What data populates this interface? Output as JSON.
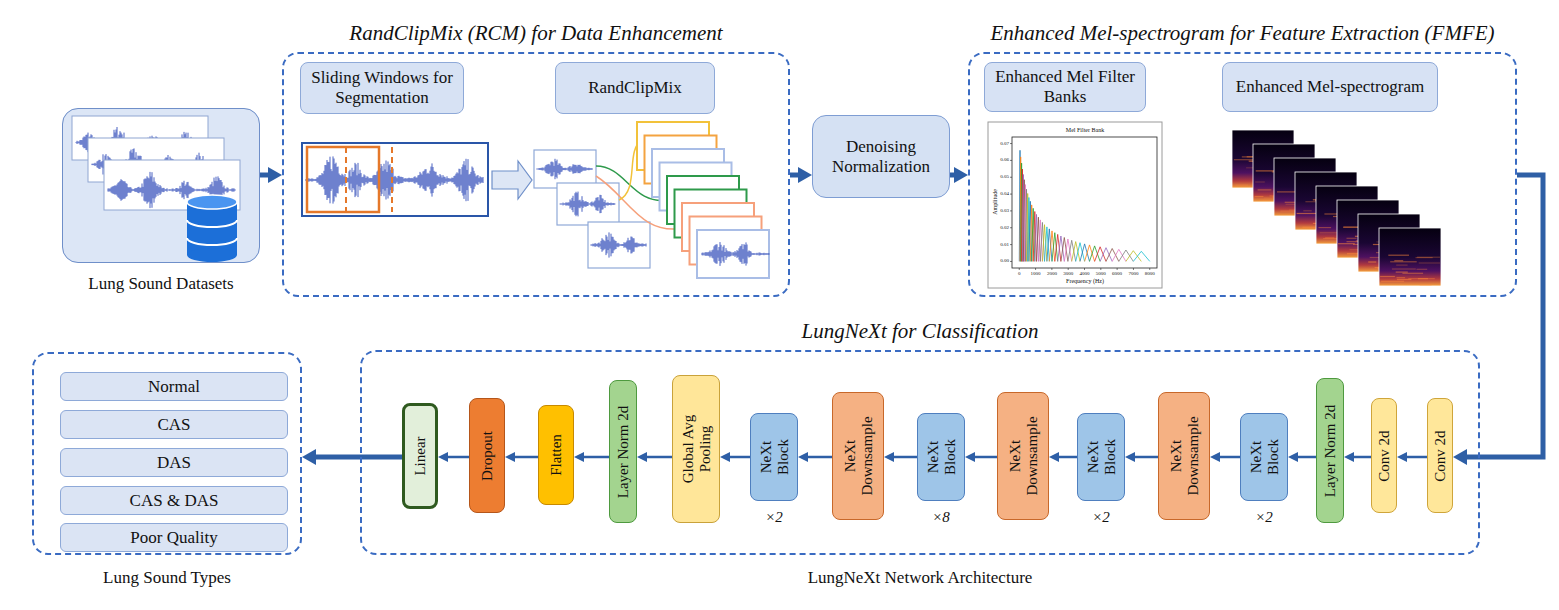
{
  "diagram": {
    "nodes": [
      {
        "text": [
          "Lung Sound Datasets"
        ]
      },
      {
        "text": [
          "RandClipMix (RCM) for Data Enhancement"
        ]
      },
      {
        "text": [
          "Sliding Windows for Segmentation"
        ],
        "in": 1
      },
      {
        "text": [
          "RandClipMix"
        ],
        "in": 1
      },
      {
        "text": [
          "Denoising Normalization"
        ]
      },
      {
        "text": [
          "Enhanced Mel-spectrogram for Feature Extraction (FMFE)"
        ]
      },
      {
        "text": [
          "Enhanced Mel Filter Banks"
        ],
        "in": 5
      },
      {
        "text": [
          "Enhanced Mel-spectrogram"
        ],
        "in": 5
      },
      {
        "text": [
          "LungNeXt for Classification",
          "LungNeXt Network Architecture"
        ]
      },
      {
        "text": [
          "Conv 2d"
        ],
        "in": 8
      },
      {
        "text": [
          "Conv 2d"
        ],
        "in": 8
      },
      {
        "text": [
          "Layer Norm 2d"
        ],
        "in": 8
      },
      {
        "text": [
          "NeXt Block"
        ],
        "in": 8
      },
      {
        "text": [
          "NeXt Downsample"
        ],
        "in": 8
      },
      {
        "text": [
          "NeXt Block"
        ],
        "in": 8
      },
      {
        "text": [
          "NeXt Downsample"
        ],
        "in": 8
      },
      {
        "text": [
          "NeXt Block"
        ],
        "in": 8
      },
      {
        "text": [
          "NeXt Downsample"
        ],
        "in": 8
      },
      {
        "text": [
          "NeXt Block"
        ],
        "in": 8
      },
      {
        "text": [
          "Global Avg Pooling"
        ],
        "in": 8
      },
      {
        "text": [
          "Layer Norm 2d"
        ],
        "in": 8
      },
      {
        "text": [
          "Flatten"
        ],
        "in": 8
      },
      {
        "text": [
          "Dropout"
        ],
        "in": 8
      },
      {
        "text": [
          "Linear"
        ],
        "in": 8
      },
      {
        "text": [
          "Lung Sound Types"
        ]
      },
      {
        "text": [
          "Normal"
        ],
        "in": 24
      },
      {
        "text": [
          "CAS"
        ],
        "in": 24
      },
      {
        "text": [
          "DAS"
        ],
        "in": 24
      },
      {
        "text": [
          "CAS & DAS"
        ],
        "in": 24
      },
      {
        "text": [
          "Poor Quality"
        ],
        "in": 24
      }
    ],
    "edges": [
      {
        "from": 0,
        "to": 1,
        "arrow": "to"
      },
      {
        "from": 1,
        "to": 4,
        "arrow": "to"
      },
      {
        "from": 4,
        "to": 5,
        "arrow": "to"
      },
      {
        "from": 5,
        "to": 9,
        "arrow": "to"
      },
      {
        "from": 9,
        "to": 10,
        "arrow": "to"
      },
      {
        "from": 10,
        "to": 11,
        "arrow": "to"
      },
      {
        "from": 11,
        "to": 12,
        "arrow": "to"
      },
      {
        "from": 12,
        "to": 13,
        "arrow": "to"
      },
      {
        "from": 13,
        "to": 14,
        "arrow": "to"
      },
      {
        "from": 14,
        "to": 15,
        "arrow": "to"
      },
      {
        "from": 15,
        "to": 16,
        "arrow": "to"
      },
      {
        "from": 16,
        "to": 17,
        "arrow": "to"
      },
      {
        "from": 17,
        "to": 18,
        "arrow": "to"
      },
      {
        "from": 18,
        "to": 19,
        "arrow": "to"
      },
      {
        "from": 19,
        "to": 20,
        "arrow": "to"
      },
      {
        "from": 20,
        "to": 21,
        "arrow": "to"
      },
      {
        "from": 21,
        "to": 22,
        "arrow": "to"
      },
      {
        "from": 22,
        "to": 23,
        "arrow": "to"
      },
      {
        "from": 23,
        "to": 24,
        "arrow": "to"
      }
    ],
    "labels": [
      "×2",
      "×8",
      "×2",
      "×2",
      "Mel Filter Bank",
      "Frequency (Hz)",
      "Amplitude",
      "0",
      "1000",
      "2000",
      "3000",
      "4000",
      "5000",
      "6000",
      "7000",
      "8000",
      "0.00",
      "0.01",
      "0.02",
      "0.03",
      "0.04",
      "0.05",
      "0.06",
      "0.07"
    ]
  }
}
